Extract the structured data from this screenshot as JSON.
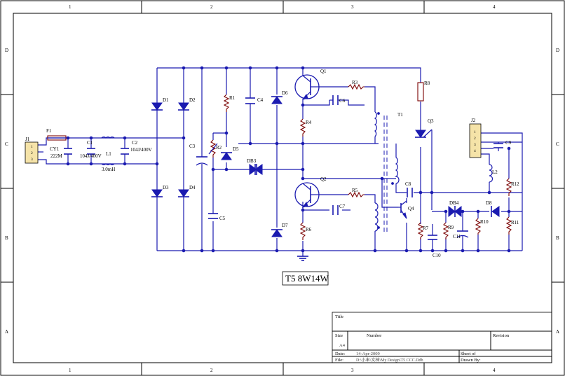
{
  "zones": {
    "columns": [
      "1",
      "2",
      "3",
      "4"
    ],
    "rows": [
      "D",
      "C",
      "B",
      "A"
    ]
  },
  "schematic_title": "T5 8W14W",
  "components": {
    "J1": "J1",
    "J1_pins": [
      "1",
      "2",
      "3"
    ],
    "F1": "F1",
    "CY1": "CY1",
    "CY1_val": "222M",
    "C1": "C1",
    "C1_val": "104J/400V",
    "L1": "L1",
    "L1_val": "3.0mH",
    "C2": "C2",
    "C2_val": "104J/400V",
    "D1": "D1",
    "D2": "D2",
    "D3": "D3",
    "D4": "D4",
    "C3": "C3",
    "R1": "R1",
    "R2": "R2",
    "D5": "D5",
    "C4": "C4",
    "D6": "D6",
    "DB3": "DB3",
    "C5": "C5",
    "D7": "D7",
    "Q1": "Q1",
    "Q2": "Q2",
    "R3": "R3",
    "R4": "R4",
    "R5": "R5",
    "R6": "R6",
    "C6": "C6",
    "C7": "C7",
    "T1": "T1",
    "R8": "R8",
    "Q3": "Q3",
    "Q4": "Q4",
    "R7": "R7",
    "C8": "C8",
    "DB4": "DB4",
    "D8": "D8",
    "R9": "R9",
    "R10": "R10",
    "C11": "C11",
    "C10": "C10",
    "L2": "L2",
    "R11": "R11",
    "R12": "R12",
    "J2": "J2",
    "J2_pins": [
      "1",
      "2",
      "3",
      "4"
    ],
    "C9": "C9"
  },
  "title_block": {
    "title_label": "Title",
    "size_label": "Size",
    "size_value": "A4",
    "number_label": "Number",
    "revision_label": "Revision",
    "date_label": "Date:",
    "date_value": "14-Apr-2009",
    "file_label": "File:",
    "file_value": "D:\\小丰\\文档\\My Design\\T5 CCC.Ddb",
    "sheet_label": "Sheet    of",
    "drawn_label": "Drawn By:"
  }
}
